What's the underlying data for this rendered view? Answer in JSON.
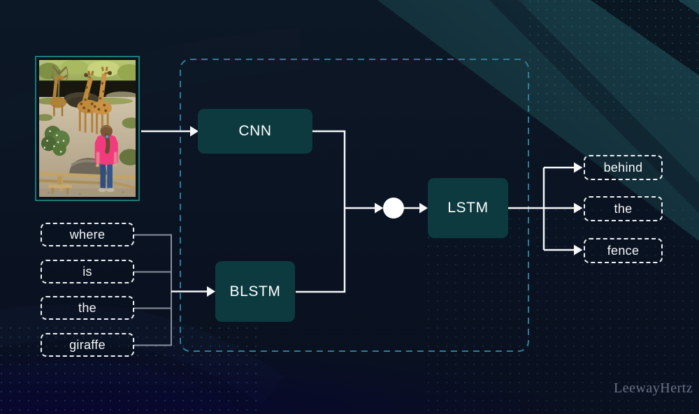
{
  "diagram": {
    "nodes": {
      "cnn": "CNN",
      "blstm": "BLSTM",
      "lstm": "LSTM"
    },
    "question_words": [
      "where",
      "is",
      "the",
      "giraffe"
    ],
    "answer_words": [
      "behind",
      "the",
      "fence"
    ],
    "watermark": "LeewayHertz",
    "icons": {
      "merge_node": "white-circle-junction",
      "photo": "girl-watching-giraffes-photo"
    },
    "colors": {
      "background": "#0a1420",
      "accent_teal_region": "#16353e",
      "node_fill": "#0c3a3f",
      "node_text": "#ffffff",
      "dashed_container_border": "#2e7d95",
      "word_box_border": "#eef1f5",
      "connector_white": "#f5f7f9",
      "connector_gray": "#8a909c",
      "photo_border": "#1d7a74",
      "watermark_color": "#68738a"
    }
  }
}
